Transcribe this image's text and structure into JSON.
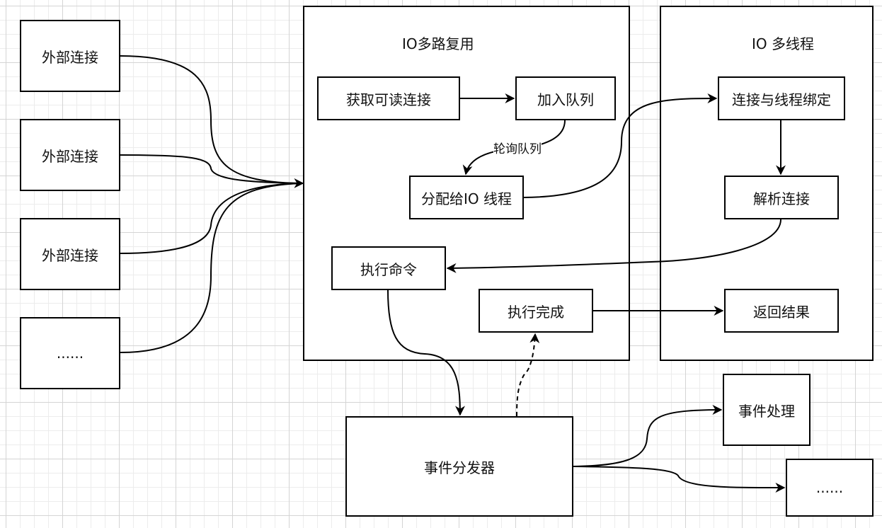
{
  "external_connections": [
    {
      "label": "外部连接"
    },
    {
      "label": "外部连接"
    },
    {
      "label": "外部连接"
    },
    {
      "label": "......"
    }
  ],
  "io_multiplexing": {
    "title": "IO多路复用",
    "get_readable": "获取可读连接",
    "enqueue": "加入队列",
    "poll_queue_label": "轮询队列",
    "assign_thread": "分配给IO 线程",
    "execute_command": "执行命令",
    "execute_done": "执行完成"
  },
  "io_multithread": {
    "title": "IO 多线程",
    "bind_thread": "连接与线程绑定",
    "parse_connection": "解析连接",
    "return_result": "返回结果"
  },
  "event_dispatcher": "事件分发器",
  "event_handler": "事件处理",
  "more_handlers": "......",
  "colors": {
    "stroke": "#000000",
    "grid_major": "#d4d4d4",
    "grid_minor": "#ececec"
  }
}
